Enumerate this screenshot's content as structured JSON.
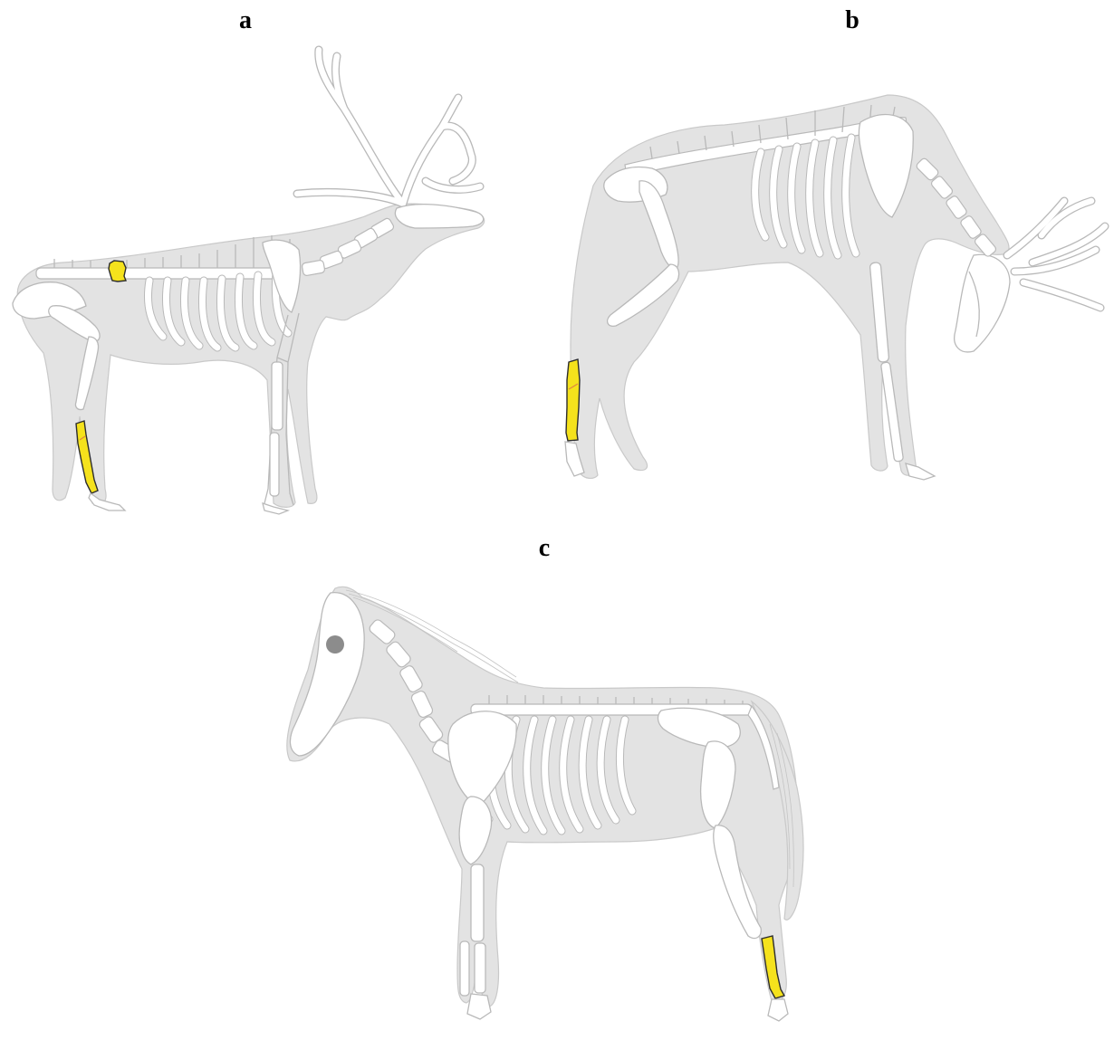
{
  "panels": [
    {
      "label": "a"
    },
    {
      "label": "b"
    },
    {
      "label": "c"
    }
  ],
  "colors": {
    "highlight": "#f5e21c",
    "body": "#e3e3e3",
    "bone": "#ffffff",
    "outline": "#b9b9b9"
  }
}
